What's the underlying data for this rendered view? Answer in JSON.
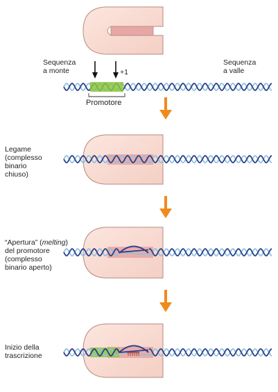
{
  "labels": {
    "upstream_line1": "Sequenza",
    "upstream_line2": "a monte",
    "downstream_line1": "Sequenza",
    "downstream_line2": "a valle",
    "plus_one": "+1",
    "promoter": "Promotore",
    "step2_line1": "Legame",
    "step2_line2": "(complesso",
    "step2_line3": "binario",
    "step2_line4": "chiuso)",
    "step3_line1_a": "“Apertura” (",
    "step3_line1_em": "melting",
    "step3_line1_b": ")",
    "step3_line2": "del promotore",
    "step3_line3": "(complesso",
    "step3_line4": "binario aperto)",
    "step4_line1": "Inizio della",
    "step4_line2": "trascrizione"
  },
  "colors": {
    "polymerase_fill": "#f9dcd2",
    "polymerase_stroke": "#b58a80",
    "channel": "#e7a7a4",
    "dna_dark": "#2c3e8f",
    "dna_light": "#8fc4d8",
    "promoter": "#8bc63f",
    "arrow": "#f08a1c",
    "rna": "#c0392b"
  },
  "icons": [
    "down-arrow-icon",
    "promoter-arrow-icon"
  ]
}
